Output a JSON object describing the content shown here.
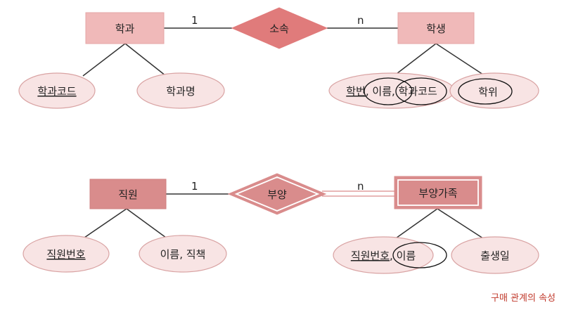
{
  "diagram1": {
    "entity_left": "학과",
    "relationship": "소속",
    "entity_right": "학생",
    "card_left": "1",
    "card_right": "n",
    "attr_key": "학과코드",
    "attr_name": "학과명",
    "attr_right_key_1": "학번",
    "attr_right_key_sep": ", 이름, ",
    "attr_right_key_2": "학과코드",
    "attr_grade": "학위"
  },
  "diagram2": {
    "entity_left": "직원",
    "relationship": "부양",
    "entity_right": "부양가족",
    "card_left": "1",
    "card_right": "n",
    "attr_key": "직원번호",
    "attr_name": "이름, 직책",
    "attr_right_key": "직원번호",
    "attr_right_rest": ", 이름",
    "attr_birth": "출생일"
  },
  "caption": "구매 관계의 속성"
}
